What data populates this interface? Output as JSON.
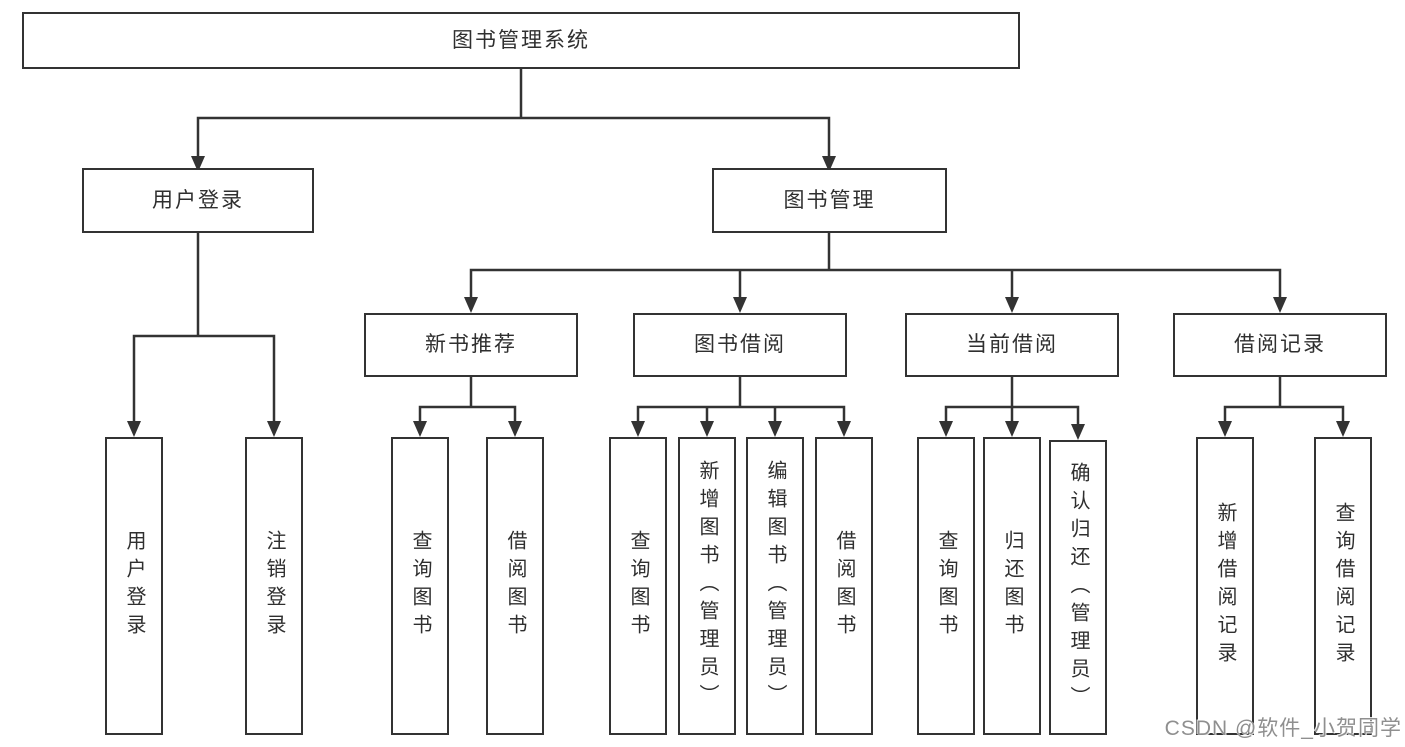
{
  "diagram": {
    "root": {
      "label": "图书管理系统"
    },
    "level2": [
      {
        "label": "用户登录"
      },
      {
        "label": "图书管理"
      }
    ],
    "level3": [
      {
        "label": "新书推荐"
      },
      {
        "label": "图书借阅"
      },
      {
        "label": "当前借阅"
      },
      {
        "label": "借阅记录"
      }
    ],
    "leaves": {
      "user_login": [
        {
          "label": "用户登录"
        },
        {
          "label": "注销登录"
        }
      ],
      "new_book_recommend": [
        {
          "label": "查询图书"
        },
        {
          "label": "借阅图书"
        }
      ],
      "book_borrow": [
        {
          "label": "查询图书"
        },
        {
          "label": "新增图书（管理员）"
        },
        {
          "label": "编辑图书（管理员）"
        },
        {
          "label": "借阅图书"
        }
      ],
      "current_borrow": [
        {
          "label": "查询图书"
        },
        {
          "label": "归还图书"
        },
        {
          "label": "确认归还（管理员）"
        }
      ],
      "borrow_records": [
        {
          "label": "新增借阅记录"
        },
        {
          "label": "查询借阅记录"
        }
      ]
    }
  },
  "watermark": {
    "text": "CSDN @软件_小贺同学"
  },
  "colors": {
    "line": "#333333",
    "box_border": "#333333",
    "text": "#2f2f2f",
    "background": "#ffffff",
    "watermark": "#8f8f8f"
  }
}
